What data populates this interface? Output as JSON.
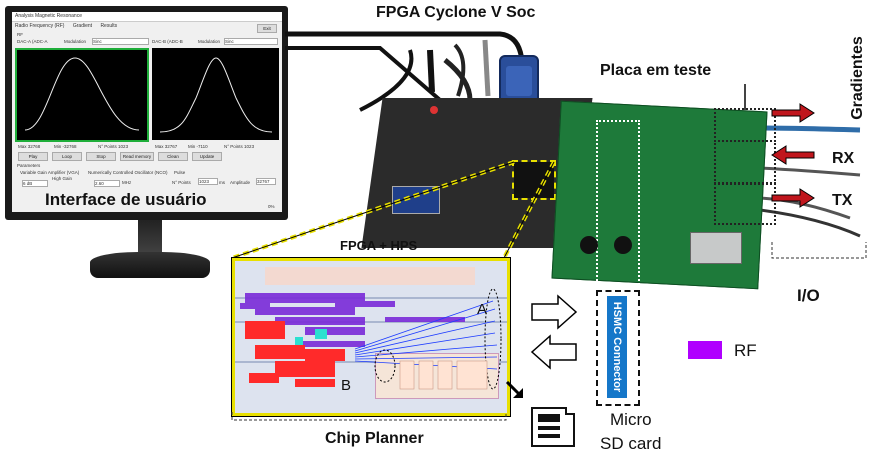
{
  "labels": {
    "fpga": "FPGA  Cyclone V Soc",
    "placa": "Placa em teste",
    "gradientes": "Gradientes",
    "rx": "RX",
    "tx": "TX",
    "io": "I/O",
    "interface": "Interface de usuário",
    "fpga_hps": "FPGA + HPS",
    "chip_planner": "Chip Planner",
    "hsmc": "HSMC Connector",
    "rf_legend": "RF",
    "micro_sd_1": "Micro",
    "micro_sd_2": "SD card",
    "region_a": "A",
    "region_b": "B"
  },
  "screen": {
    "title": "Analysis Magnetic Resonance",
    "tabs": [
      "Radio Frequency (RF)",
      "Gradient",
      "Results"
    ],
    "exit": "Exit",
    "rf": "RF",
    "dac_a": "DAC-A (ADC-A",
    "dac_b": "DAC-B (ADC-B",
    "modulation": "Modulation",
    "mod_a": "Sinc",
    "mod_b": "Sinc",
    "stats_a": [
      "Max 32768",
      "Min -32768",
      "N° Points 1023"
    ],
    "stats_b": [
      "Max 32767",
      "Min -7110",
      "N° Points 1023"
    ],
    "buttons": [
      "Play",
      "Loop",
      "Stop",
      "Read memory",
      "Clean",
      "Update"
    ],
    "parameters": "Parameters",
    "vga": "Variable Gain Amplifier (VGA)",
    "nco": "Numerically Controlled Oscillator (NCO)",
    "pulse": "Pulse",
    "high_gain": "High Gain",
    "gain_value": "6 dB",
    "freq": "2.60",
    "freq_unit": "MHz",
    "n_points_label": "N° Points",
    "n_points": "1023",
    "n_unit": "ms",
    "amplitude_label": "Amplitude",
    "amplitude": "32767",
    "pulse_label": "Pulse",
    "zoom": "0%"
  },
  "colors": {
    "rf_legend": "#b000ff",
    "arrow_red": "#c0161d",
    "cable_blue": "#2f6da9",
    "hsmc_blue": "#1577c9",
    "planner_border": "#e8e000"
  }
}
